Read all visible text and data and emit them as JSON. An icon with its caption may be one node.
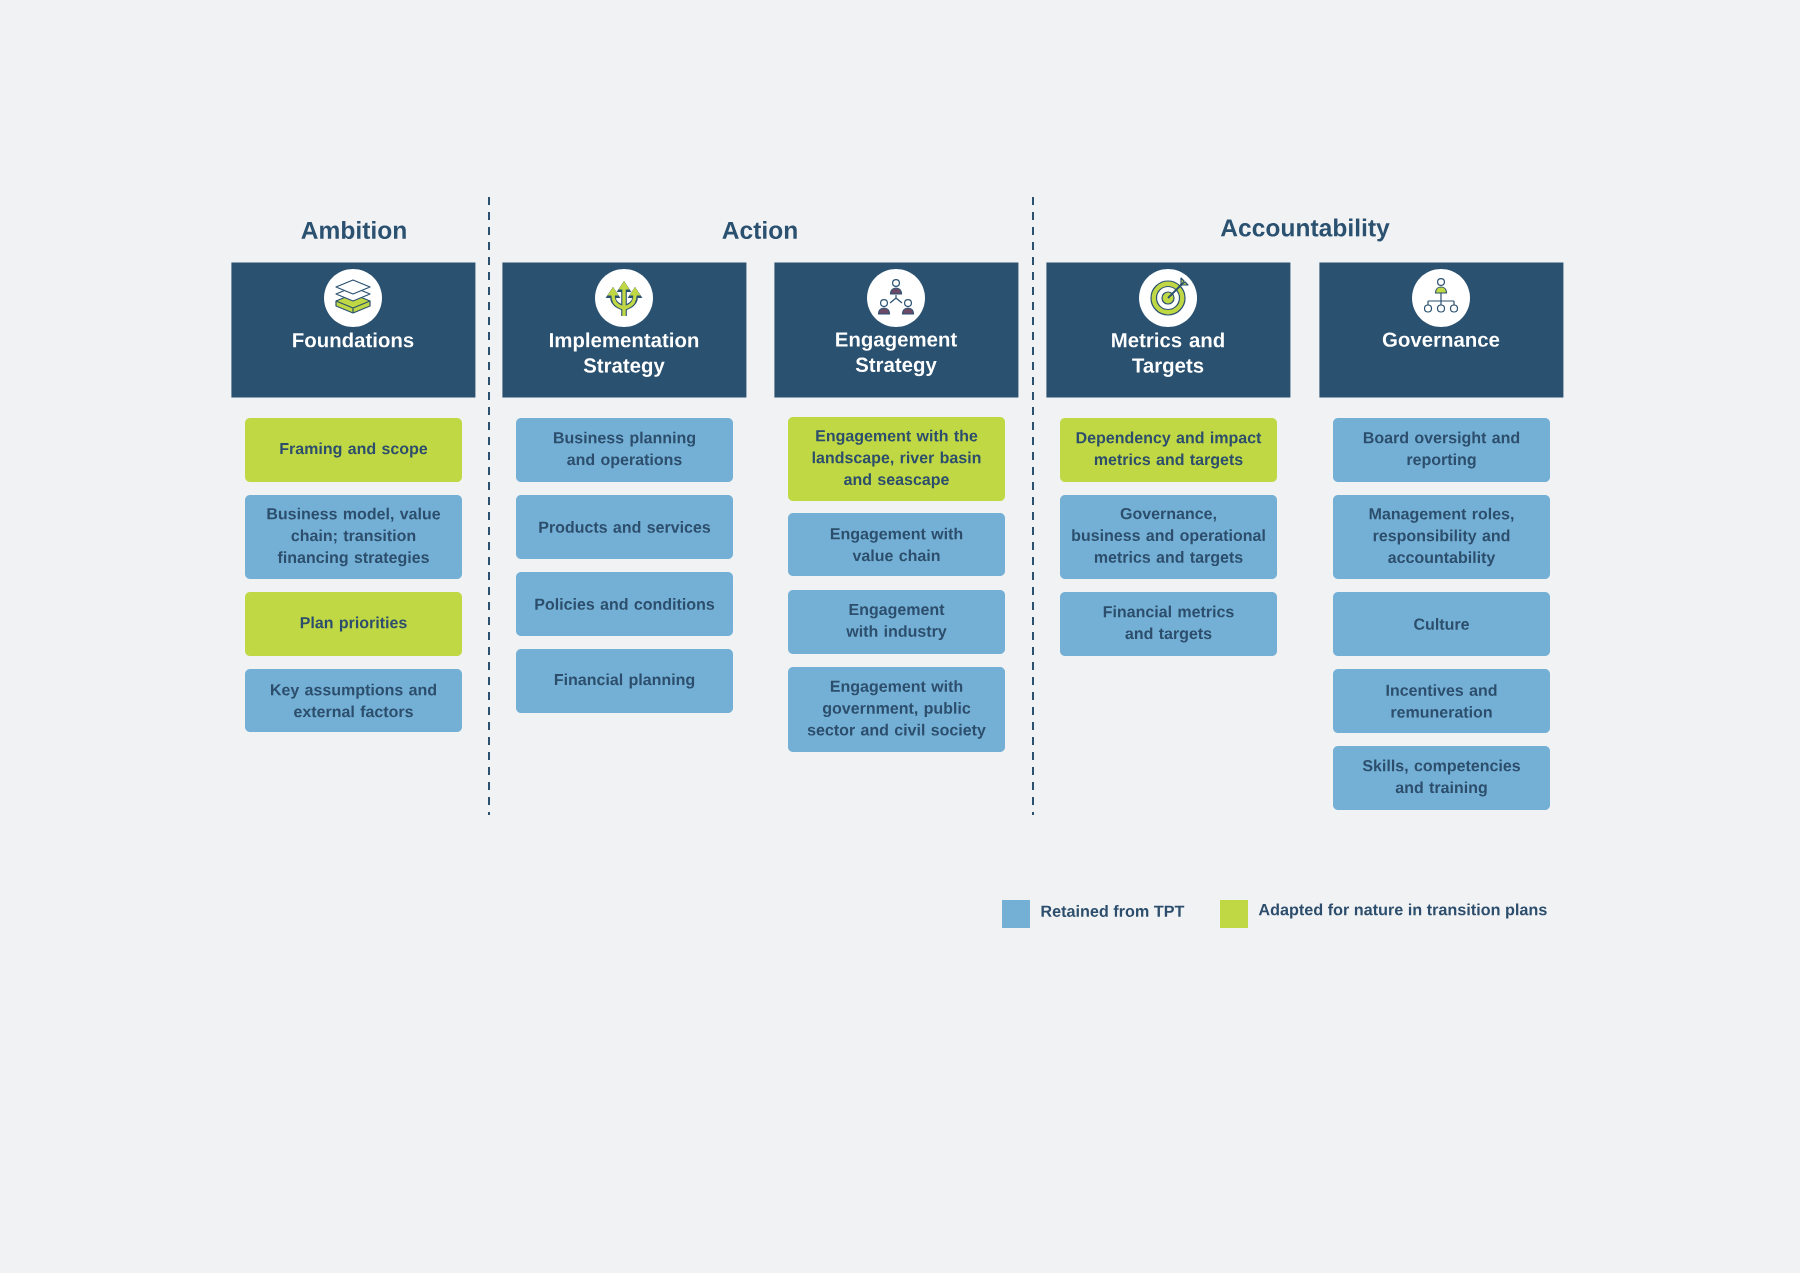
{
  "diagram": {
    "nodes": [
      {
        "text": [
          "Foundations"
        ]
      },
      {
        "text": [
          "Framing and scope"
        ]
      },
      {
        "text": [
          "Business model, value chain; transition financing strategies"
        ]
      },
      {
        "text": [
          "Plan priorities"
        ]
      },
      {
        "text": [
          "Key assumptions and external factors"
        ]
      },
      {
        "text": [
          "Implementation Strategy"
        ]
      },
      {
        "text": [
          "Business planning and operations"
        ]
      },
      {
        "text": [
          "Products and services"
        ]
      },
      {
        "text": [
          "Policies and conditions"
        ]
      },
      {
        "text": [
          "Financial planning"
        ]
      },
      {
        "text": [
          "Engagement Strategy"
        ]
      },
      {
        "text": [
          "Engagement with the landscape, river basin and seascape"
        ]
      },
      {
        "text": [
          "Engagement with value chain"
        ]
      },
      {
        "text": [
          "Engagement with industry"
        ]
      },
      {
        "text": [
          "Engagement with government, public sector and civil society"
        ]
      },
      {
        "text": [
          "Metrics and Targets"
        ]
      },
      {
        "text": [
          "Dependency and impact metrics and targets"
        ]
      },
      {
        "text": [
          "Governance, business and operational metrics and targets"
        ]
      },
      {
        "text": [
          "Financial metrics and targets"
        ]
      },
      {
        "text": [
          "Governance"
        ]
      },
      {
        "text": [
          "Board oversight and reporting"
        ]
      },
      {
        "text": [
          "Management roles, responsibility and accountability"
        ]
      },
      {
        "text": [
          "Culture"
        ]
      },
      {
        "text": [
          "Incentives and remuneration"
        ]
      },
      {
        "text": [
          "Skills, competencies and training"
        ]
      }
    ],
    "labels": [
      "Ambition",
      "Action",
      "Accountability"
    ],
    "legend": [
      {
        "text": "Retained from TPT",
        "color": "#74b0d5"
      },
      {
        "text": "Adapted for nature in transition plans",
        "color": "#c1d845"
      }
    ]
  }
}
